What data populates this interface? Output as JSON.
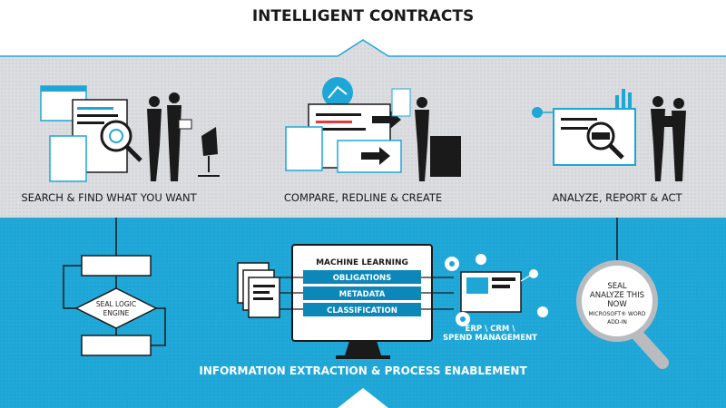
{
  "title": "INTELLIGENT CONTRACTS",
  "top_panels": [
    {
      "label": "SEARCH & FIND WHAT YOU WANT"
    },
    {
      "label": "COMPARE, REDLINE & CREATE"
    },
    {
      "label": "ANALYZE, REPORT & ACT"
    }
  ],
  "flowchart": {
    "decision_label_line1": "SEAL LOGIC",
    "decision_label_line2": "ENGINE"
  },
  "monitor": {
    "heading": "MACHINE LEARNING",
    "rows": [
      "OBLIGATIONS",
      "METADATA",
      "CLASSIFICATION"
    ]
  },
  "erp": {
    "line1": "ERP \\ CRM \\",
    "line2": "SPEND MANAGEMENT"
  },
  "magnifier": {
    "line1": "SEAL",
    "line2": "ANALYZE THIS",
    "line3": "NOW",
    "line4": "MICROSOFT® WORD",
    "line5": "ADD-IN"
  },
  "bottom_label": "INFORMATION EXTRACTION & PROCESS ENABLEMENT",
  "colors": {
    "blue": "#1ea6d6",
    "dark_blue": "#0d86b8",
    "grey_band": "#dcdde0",
    "dark": "#1a1a1a",
    "accent_red": "#e23a3a"
  }
}
